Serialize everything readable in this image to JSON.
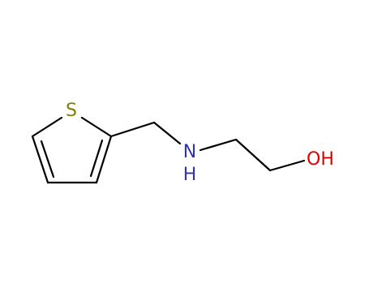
{
  "molecule": {
    "atoms": {
      "sulfur": {
        "symbol": "S",
        "color": "#808000"
      },
      "nitrogen": {
        "symbol": "N",
        "hydrogen": "H",
        "color": "#3333aa"
      },
      "oxygen": {
        "symbol": "OH",
        "color": "#e00000"
      }
    },
    "bond_color": "#000000",
    "background": "#ffffff"
  }
}
